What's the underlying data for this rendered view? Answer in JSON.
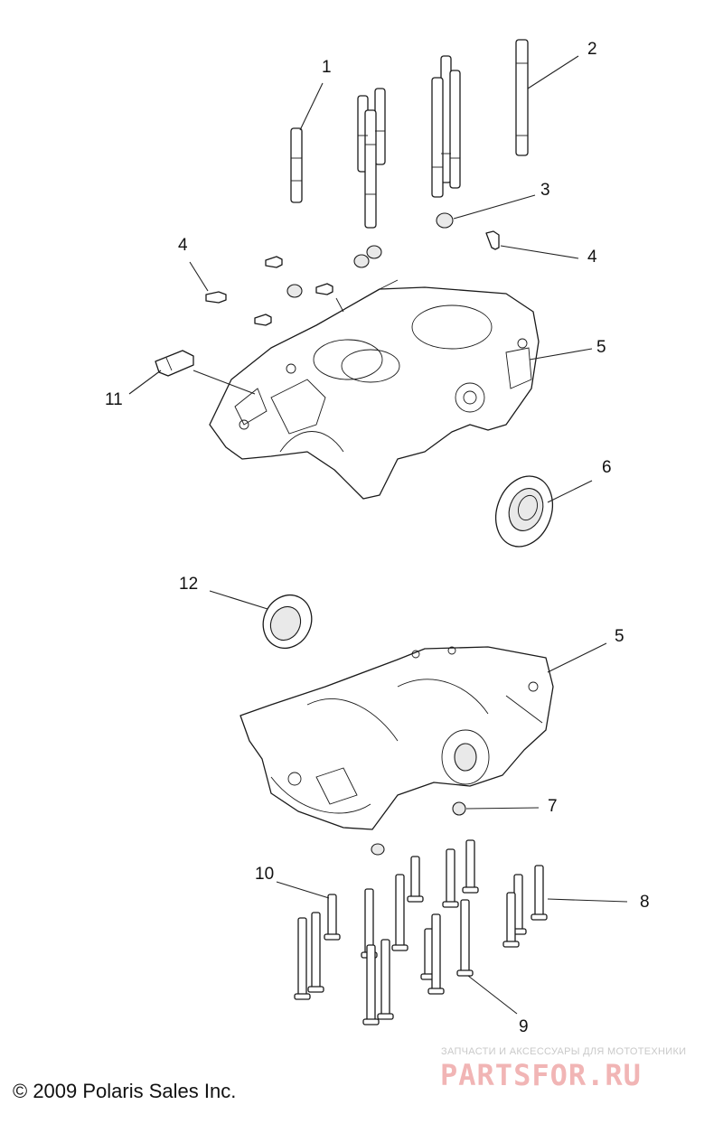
{
  "callouts": {
    "c1": "1",
    "c2": "2",
    "c3": "3",
    "c4a": "4",
    "c4b": "4",
    "c5a": "5",
    "c5b": "5",
    "c6": "6",
    "c7": "7",
    "c8": "8",
    "c9": "9",
    "c10": "10",
    "c11": "11",
    "c12": "12"
  },
  "footer": {
    "copyright": "© 2009 Polaris Sales Inc.",
    "watermark_tagline": "ЗАПЧАСТИ И АКСЕССУАРЫ ДЛЯ МОТОТЕХНИКИ",
    "watermark_logo": "PARTSFOR.RU"
  },
  "colors": {
    "ink": "#1a1a1a",
    "watermark_red": "#f1b5b5",
    "watermark_gray": "#c9c9c9"
  }
}
